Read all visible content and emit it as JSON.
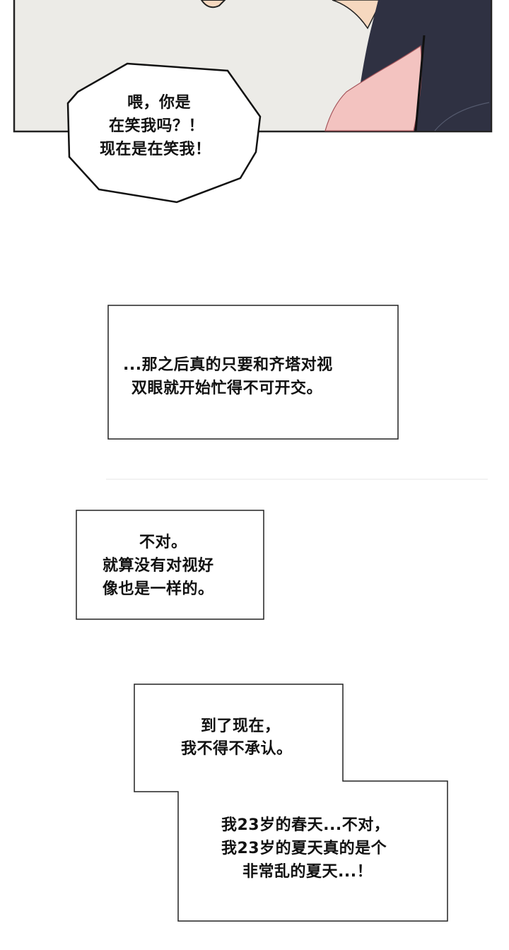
{
  "bubble": {
    "lines": [
      "喂，你是",
      "在笑我吗？！",
      "现在是在笑我！"
    ]
  },
  "caption1": {
    "lines": [
      "...那之后真的只要和齐塔对视",
      "双眼就开始忙得不可开交。"
    ]
  },
  "caption2": {
    "lines": [
      "不对。",
      "就算没有对视好",
      "像也是一样的。"
    ]
  },
  "caption3": {
    "lines": [
      "到了现在，",
      "我不得不承认。"
    ]
  },
  "caption4": {
    "lines": [
      "我23岁的春天...不对，",
      "我23岁的夏天真的是个",
      "非常乱的夏天...！"
    ]
  },
  "colors": {
    "panel_bg": "#ecebe7",
    "suit": "#2f3142",
    "skin": "#f3c3c0",
    "border": "#222222"
  }
}
